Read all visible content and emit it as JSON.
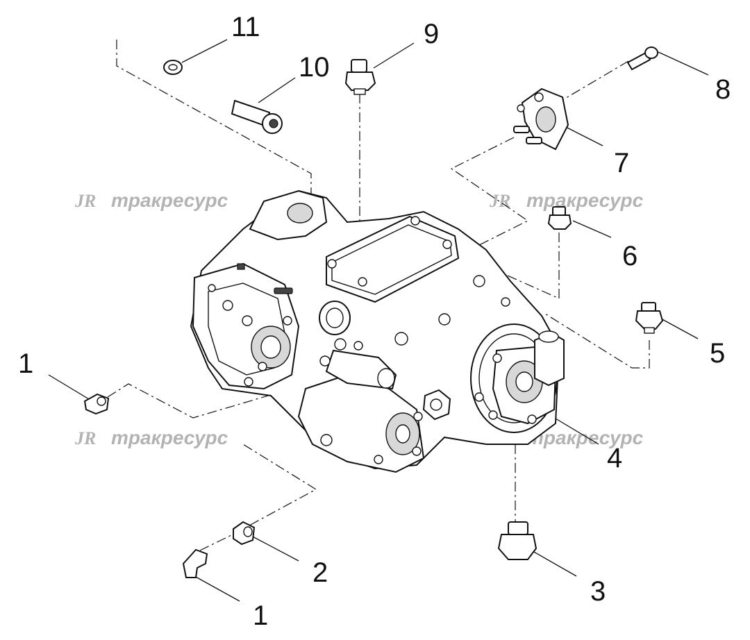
{
  "diagram": {
    "callouts": [
      "11",
      "10",
      "9",
      "8",
      "7",
      "6",
      "5",
      "4",
      "3",
      "2",
      "1",
      "1"
    ],
    "watermark": {
      "logo_text": "JR",
      "brand_text": "тракресурс"
    }
  }
}
